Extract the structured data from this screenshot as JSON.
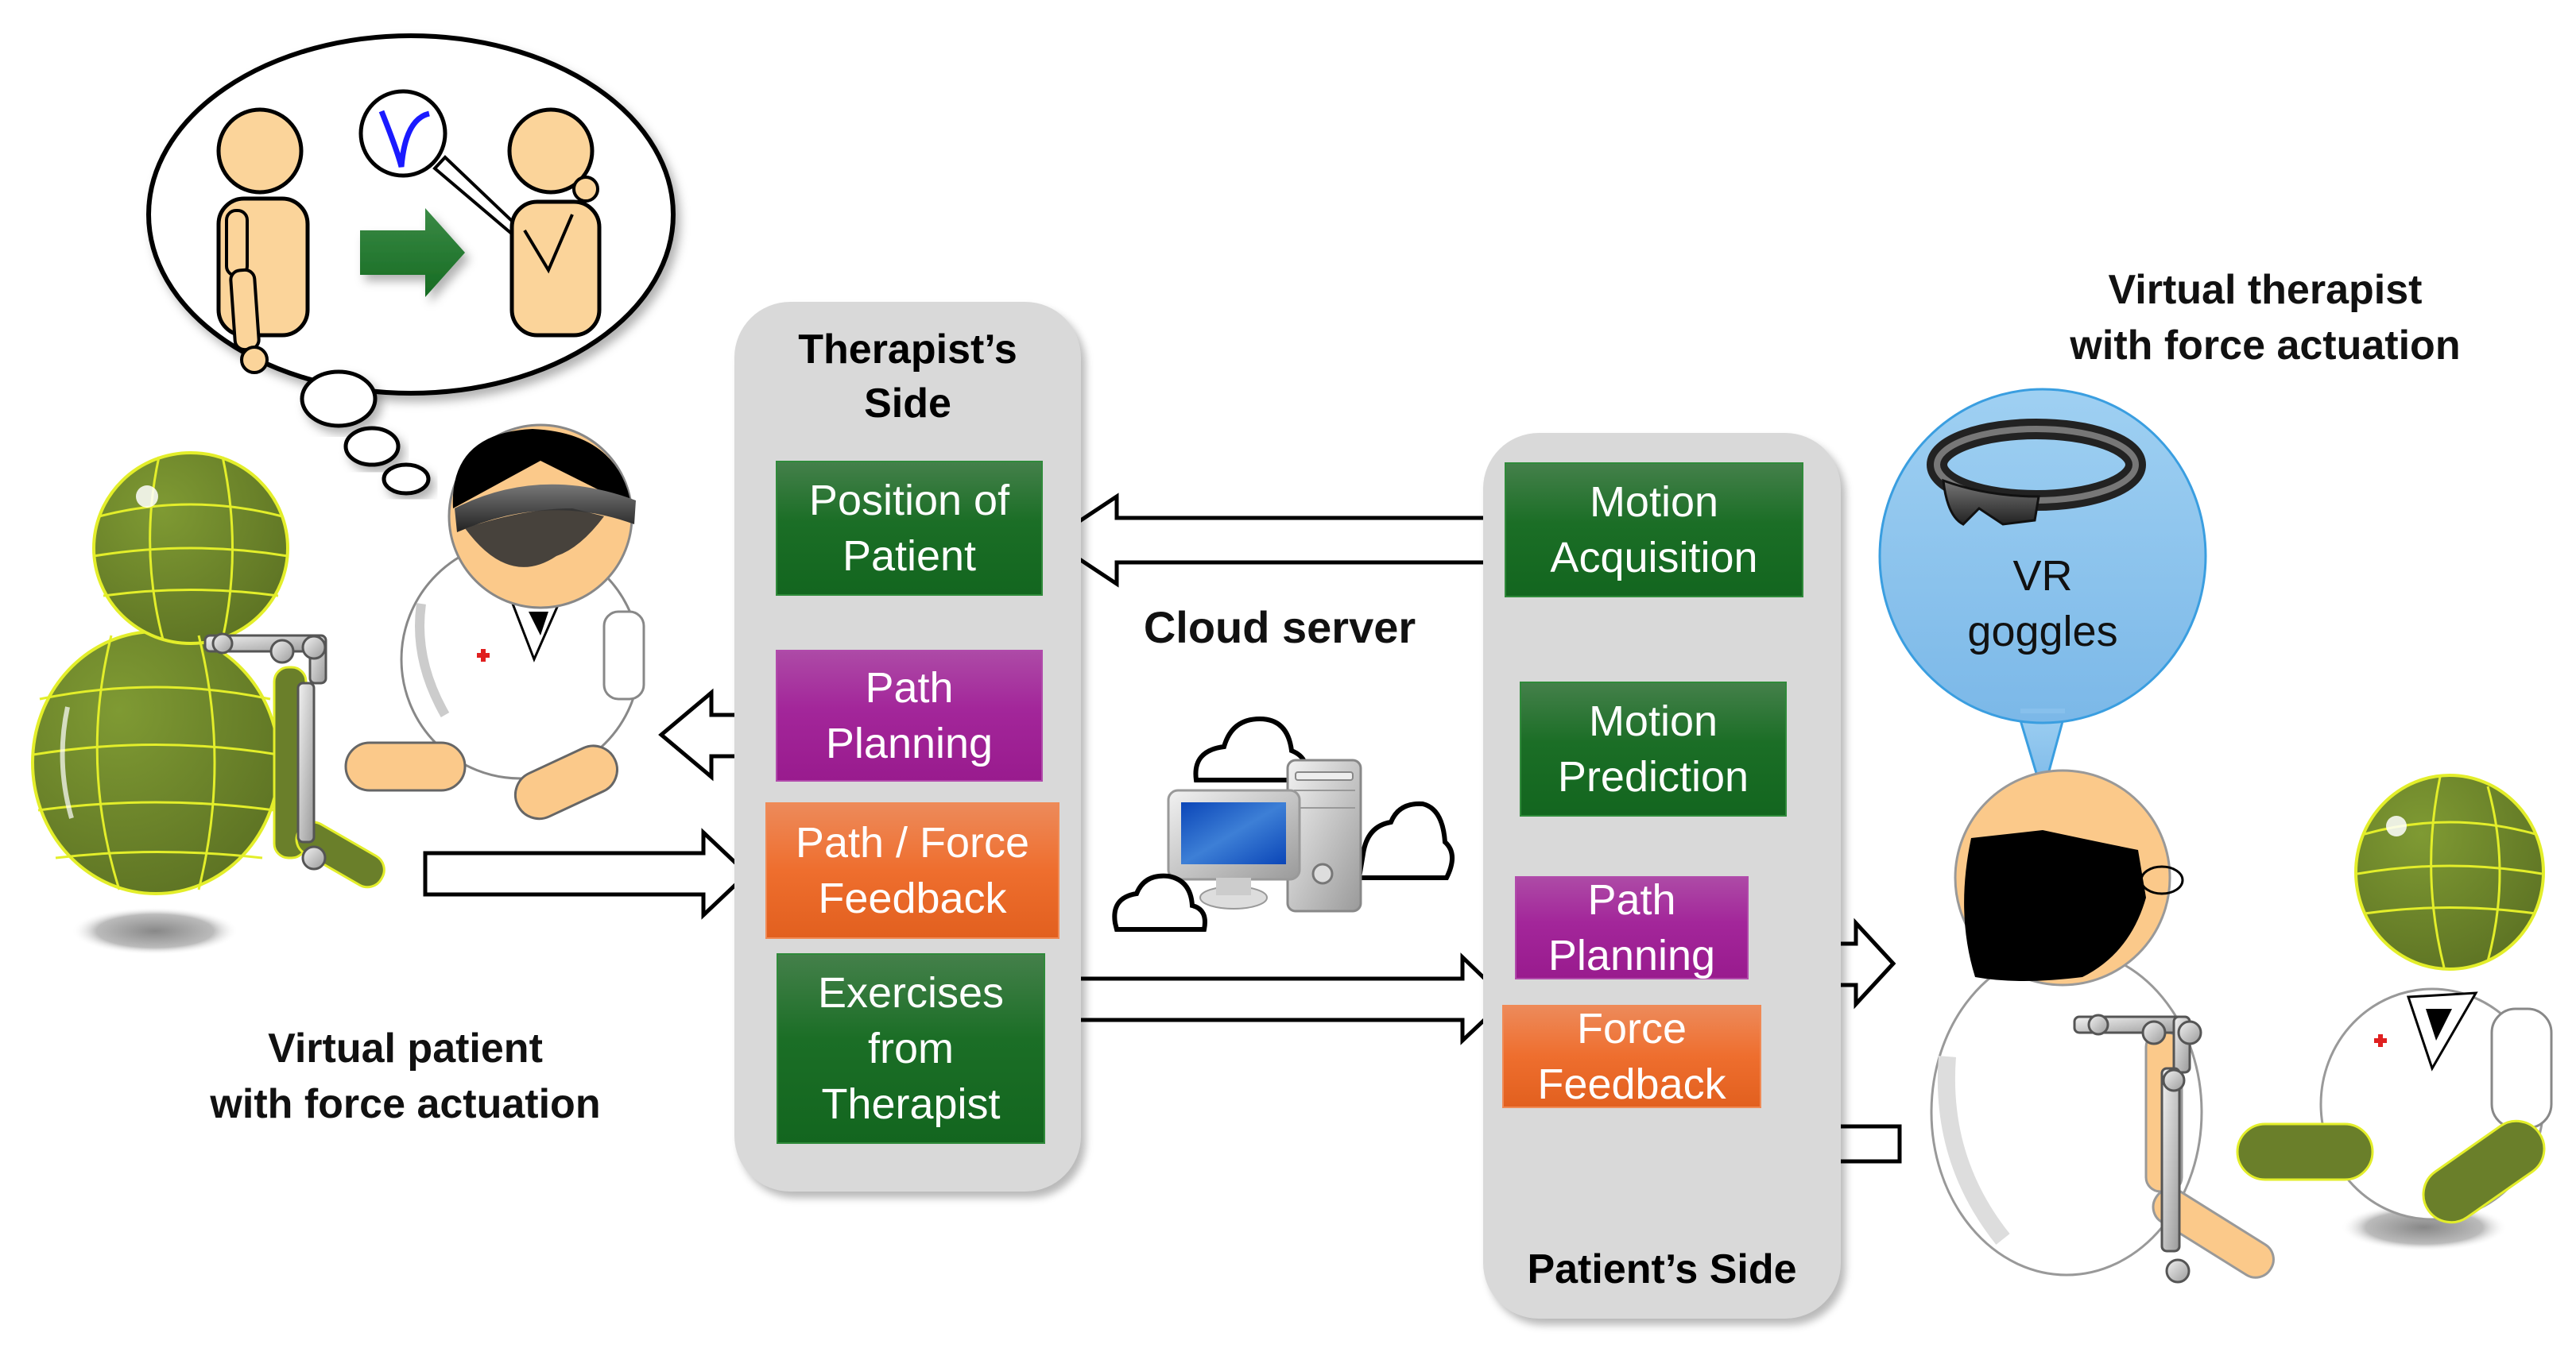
{
  "colors": {
    "process_green": "#1b6e26",
    "planning_purple": "#a3269a",
    "feedback_orange": "#ee6e2e",
    "panel_gray": "#d9d9d9",
    "bubble_blue": "#8cc3ee",
    "avatar_green": "#6a7f2a",
    "skin": "#fbc98a"
  },
  "therapist_side": {
    "title": "Therapist’s\nSide",
    "blocks": [
      {
        "label": "Position of\nPatient",
        "color": "green"
      },
      {
        "label": "Path\nPlanning",
        "color": "purple"
      },
      {
        "label": "Path / Force\nFeedback",
        "color": "orange"
      },
      {
        "label": "Exercises\nfrom\nTherapist",
        "color": "green"
      }
    ]
  },
  "patient_side": {
    "title": "Patient’s Side",
    "blocks": [
      {
        "label": "Motion\nAcquisition",
        "color": "green"
      },
      {
        "label": "Motion\nPrediction",
        "color": "green"
      },
      {
        "label": "Path\nPlanning",
        "color": "purple"
      },
      {
        "label": "Force\nFeedback",
        "color": "orange"
      }
    ]
  },
  "cloud": {
    "label": "Cloud server",
    "icon": "cloud-computer-icon"
  },
  "labels": {
    "virtual_patient": "Virtual patient\nwith force actuation",
    "virtual_therapist": "Virtual therapist\nwith force actuation",
    "vr_goggles": "VR\ngoggles"
  },
  "illustrations": {
    "thought_bubble": "therapist-imagining-arm-motion",
    "left_avatar": "virtual-patient-with-exoskeleton",
    "left_person": "therapist-with-vr-goggles",
    "right_person": "patient-with-exoskeleton",
    "right_avatar": "virtual-therapist"
  }
}
